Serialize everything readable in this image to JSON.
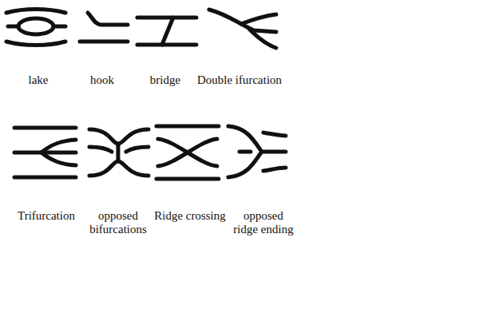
{
  "diagram": {
    "labels": [
      "lake",
      "hook",
      "bridge",
      "Double ifurcation",
      "Trifurcation",
      "opposed bifurcations",
      "Ridge crossing",
      "opposed ridge ending"
    ]
  }
}
